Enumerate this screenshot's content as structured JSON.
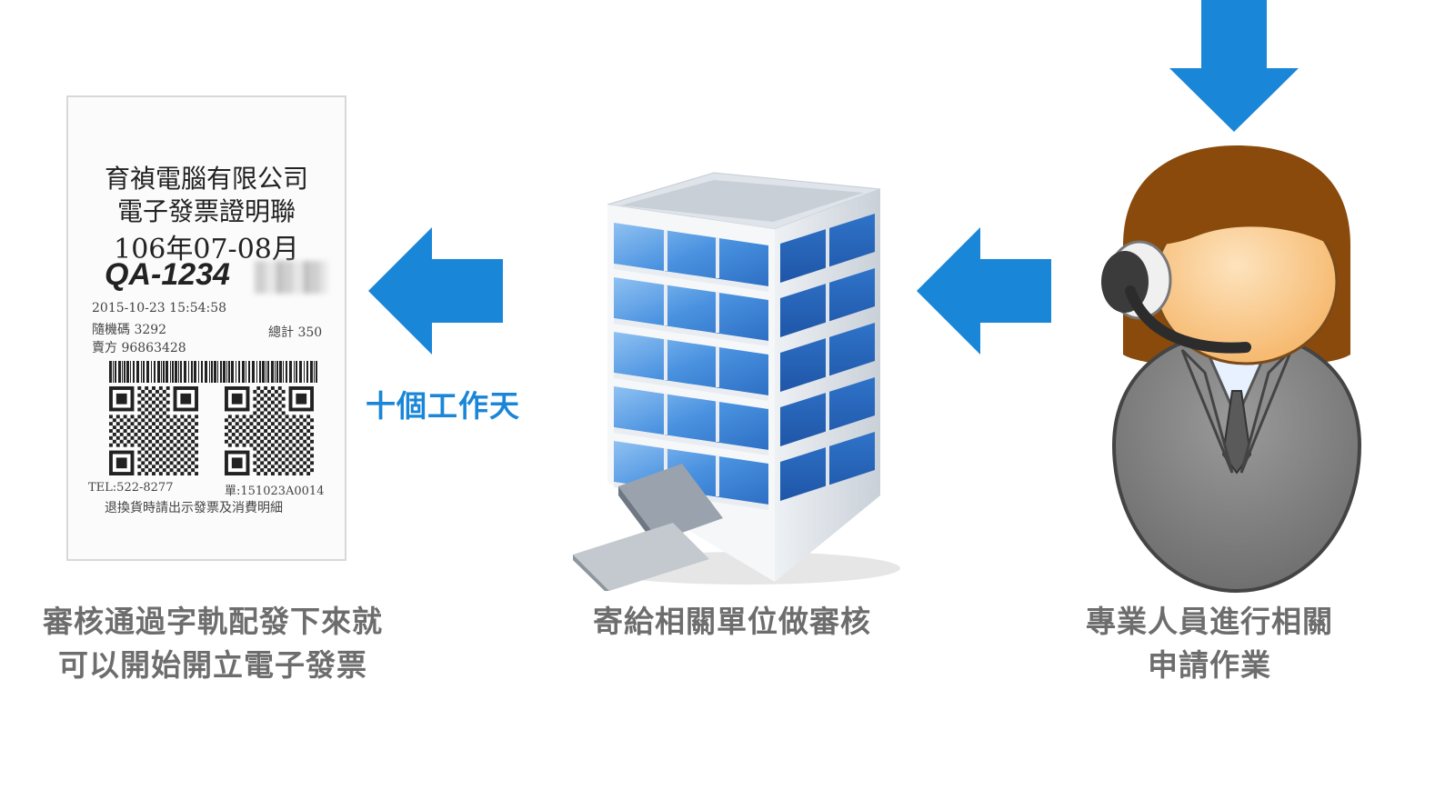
{
  "receipt": {
    "company": "育禎電腦有限公司",
    "doc_title": "電子發票證明聯",
    "period": "106年07-08月",
    "invoice_no": "QA-1234",
    "datetime": "2015-10-23 15:54:58",
    "random_code": "隨機碼 3292",
    "total": "總計 350",
    "seller": "賣方 96863428",
    "tel": "TEL:522-8277",
    "order_no": "單:151023A0014",
    "return_note": "退換貨時請出示發票及消費明細"
  },
  "steps": {
    "left_caption_line1": "審核通過字軌配發下來就",
    "left_caption_line2": "可以開始開立電子發票",
    "middle_caption": "寄給相關單位做審核",
    "right_caption_line1": "專業人員進行相關",
    "right_caption_line2": "申請作業",
    "duration_note": "十個工作天"
  },
  "icons": [
    "receipt-icon",
    "arrow-left-icon",
    "office-building-icon",
    "arrow-down-icon",
    "support-agent-icon"
  ],
  "colors": {
    "arrow": "#1a86d8",
    "caption": "#6d6d6d",
    "hair": "#8a4a0c",
    "face": "#fcc98d",
    "suit": "#7c7c7c",
    "glass": "#3d86d6"
  }
}
